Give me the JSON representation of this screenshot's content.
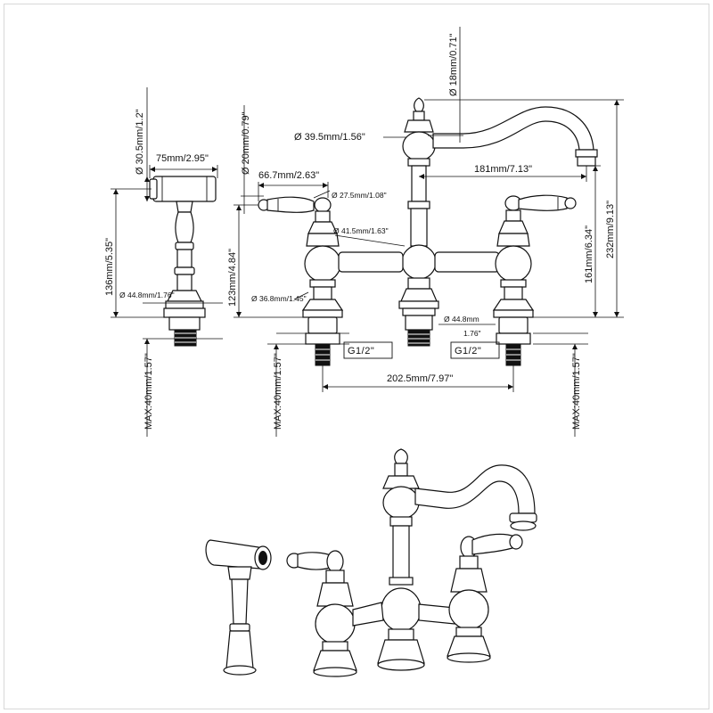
{
  "dimensions": {
    "side_spray_head_dia": "Ø 30.5mm/1.2\"",
    "side_spray_width": "75mm/2.95\"",
    "side_spray_height": "136mm/5.35\"",
    "side_spray_base_dia": "Ø 44.8mm/1.76\"",
    "side_spray_max": "MAX:40mm/1.57\"",
    "handle_dia": "Ø 20mm/0.79\"",
    "handle_length": "66.7mm/2.63\"",
    "handle_stem_dia": "Ø 27.5mm/1.08\"",
    "valve_height": "123mm/4.84\"",
    "valve_base_dia": "Ø 36.8mm/1.45\"",
    "body_dia": "Ø 41.5mm/1.63\"",
    "center_max": "MAX:40mm/1.57\"",
    "spout_top_dia": "Ø 39.5mm/1.56\"",
    "aerator_dia": "Ø 18mm/0.71\"",
    "spout_reach": "181mm/7.13\"",
    "spout_outlet_height": "161mm/6.34\"",
    "total_height": "232mm/9.13\"",
    "base_dia_mm": "Ø 44.8mm",
    "base_dia_in": "1.76\"",
    "thread_left": "G1/2\"",
    "thread_right": "G1/2\"",
    "center_spacing": "202.5mm/7.97\"",
    "right_max": "MAX:40mm/1.57\""
  }
}
